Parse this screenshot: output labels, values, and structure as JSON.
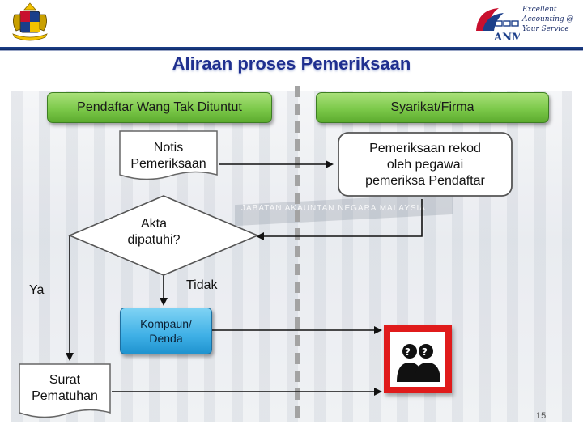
{
  "header": {
    "tagline": [
      "Excellent",
      "Accounting @",
      "Your Service"
    ],
    "logo_text": "ANM",
    "colors": {
      "rule": "#1c3f8a",
      "title": "#1f2f8f"
    }
  },
  "title": "Aliraan proses Pemeriksaan",
  "columns": {
    "left": "Pendaftar Wang Tak Dituntut",
    "right": "Syarikat/Firma"
  },
  "nodes": {
    "notis": [
      "Notis",
      "Pemeriksaan"
    ],
    "pemeriksaan": [
      "Pemeriksaan rekod",
      "oleh pegawai",
      "pemeriksa Pendaftar"
    ],
    "decision": [
      "Akta",
      "dipatuhi?"
    ],
    "kompaun": [
      "Kompaun/",
      "Denda"
    ],
    "surat": [
      "Surat",
      "Pematuhan"
    ]
  },
  "labels": {
    "yes": "Ya",
    "no": "Tidak"
  },
  "background_sign": "JABATAN AKAUNTAN NEGARA MALAYSIA",
  "icons": {
    "coat_of_arms": "coat-of-arms-icon",
    "suspect": "suspects-icon"
  },
  "page_number": "15"
}
